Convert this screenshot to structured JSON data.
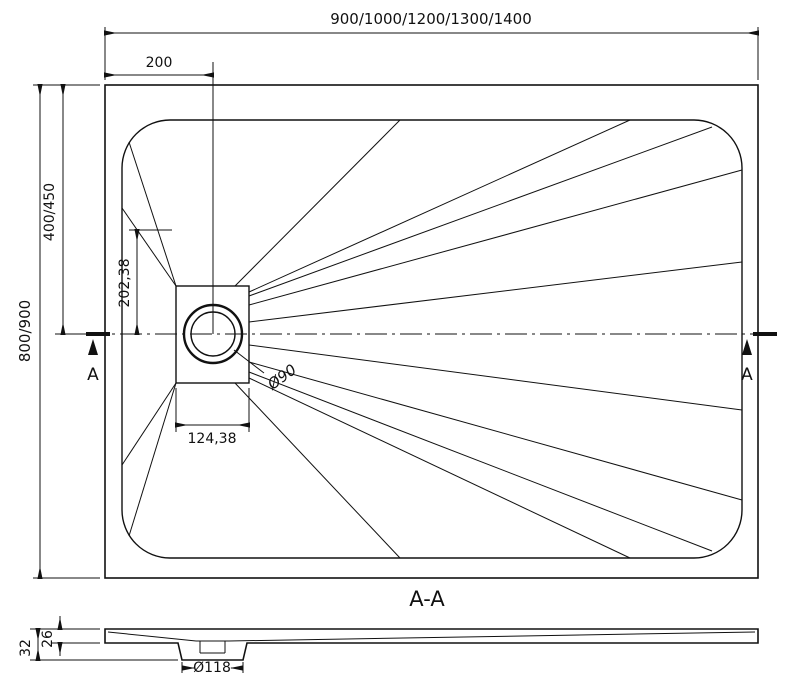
{
  "drawing": {
    "plan": {
      "top_width_label": "900/1000/1200/1300/1400",
      "top_offset_label": "200",
      "outer_height_label": "800/900",
      "half_height_label": "400/450",
      "drain_offset_y_label": "202,38",
      "drain_offset_x_label": "124,38",
      "drain_diameter_label": "Ø90",
      "section_marker_left": "A",
      "section_marker_right": "A"
    },
    "section": {
      "title": "A-A",
      "total_height_label": "32",
      "base_thickness_label": "26",
      "hub_diameter_label": "Ø118"
    },
    "colors": {
      "line": "#111111",
      "background": "#ffffff"
    }
  }
}
